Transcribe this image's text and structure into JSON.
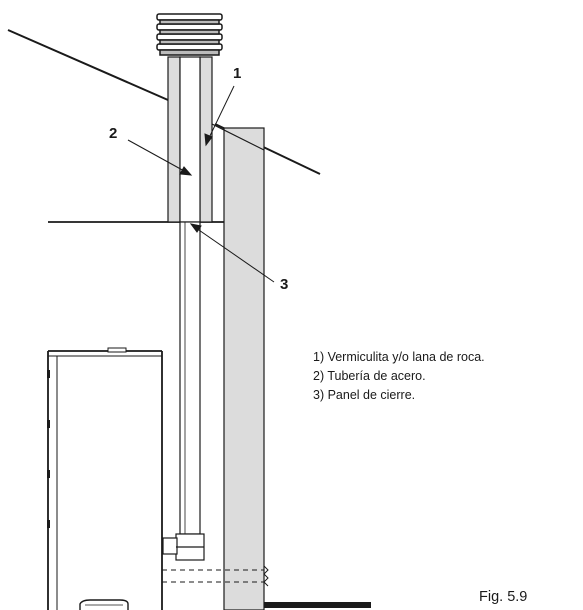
{
  "callouts": [
    {
      "number": "1"
    },
    {
      "number": "2"
    },
    {
      "number": "3"
    }
  ],
  "legend": [
    "1) Vermiculita y/o lana de roca.",
    "2) Tubería de acero.",
    "3) Panel de cierre."
  ],
  "figure_label": "Fig. 5.9",
  "colors": {
    "line": "#1a1a1a",
    "insulation_fill": "#dcdcdc",
    "background": "#ffffff"
  }
}
